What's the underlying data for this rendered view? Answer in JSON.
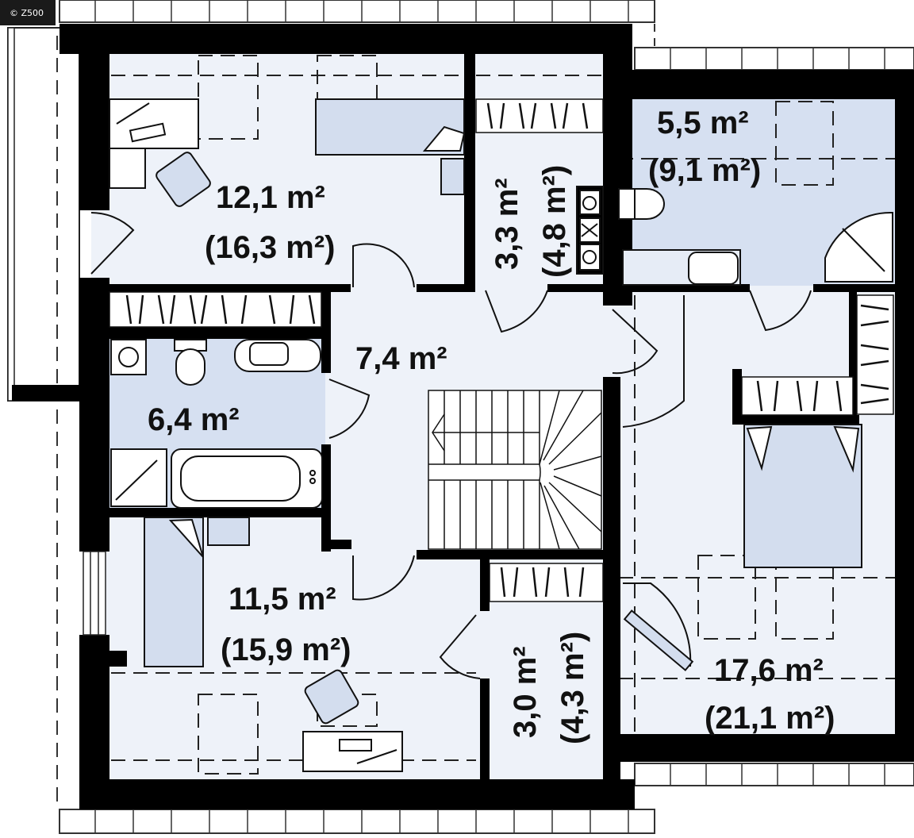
{
  "watermark": "© Z500",
  "colors": {
    "wall": "#000000",
    "floor": "#eef2f9",
    "bath_floor": "#d6e0f1",
    "furniture": "#d3ddee",
    "line": "#222222",
    "dash": "#333333"
  },
  "rooms": [
    {
      "id": "room-nw",
      "area": "12,1 m²",
      "gross": "(16,3 m²)"
    },
    {
      "id": "closet-n",
      "area": "3,3 m²",
      "gross": "(4,8 m²)"
    },
    {
      "id": "bath-ne",
      "area": "5,5 m²",
      "gross": "(9,1 m²)"
    },
    {
      "id": "hall",
      "area": "7,4 m²",
      "gross": ""
    },
    {
      "id": "bath-w",
      "area": "6,4 m²",
      "gross": ""
    },
    {
      "id": "room-sw",
      "area": "11,5 m²",
      "gross": "(15,9 m²)"
    },
    {
      "id": "closet-s",
      "area": "3,0 m²",
      "gross": "(4,3 m²)"
    },
    {
      "id": "bedroom-e",
      "area": "17,6 m²",
      "gross": "(21,1 m²)"
    }
  ]
}
